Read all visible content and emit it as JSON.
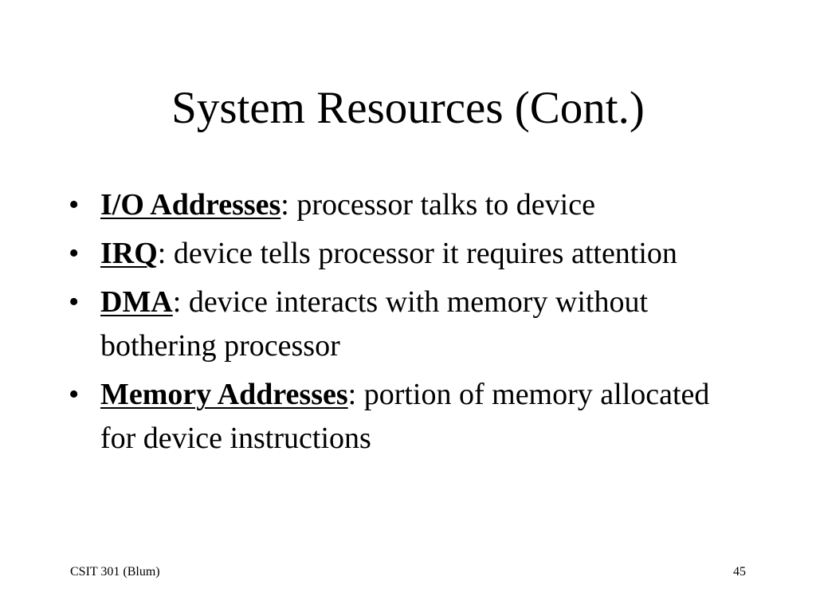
{
  "slide": {
    "title": "System Resources (Cont.)",
    "bullet_symbol": "•",
    "bullets": [
      {
        "term": "I/O Addresses",
        "text": ": processor talks to device"
      },
      {
        "term": "IRQ",
        "text": ": device tells processor it requires attention"
      },
      {
        "term": "DMA",
        "text": ": device interacts with memory without bothering processor"
      },
      {
        "term": "Memory Addresses",
        "text": ": portion of memory allocated for device instructions"
      }
    ],
    "footer_left": "CSIT 301 (Blum)",
    "page_number": "45"
  }
}
